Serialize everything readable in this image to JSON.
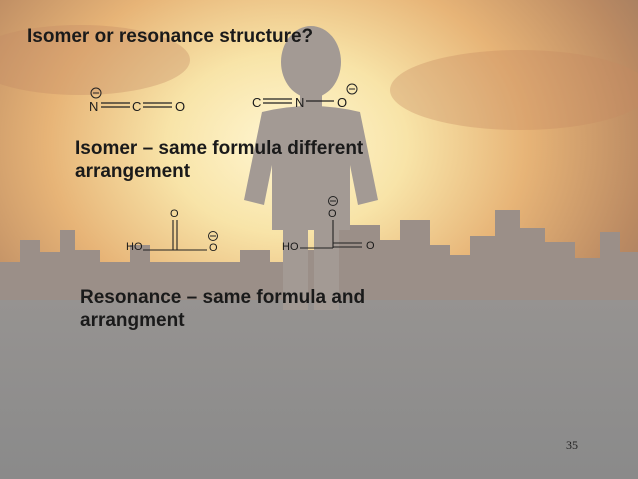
{
  "slide": {
    "title": "Isomer or resonance structure?",
    "isomer_text_line1": "Isomer – same formula different",
    "isomer_text_line2": "arrangement",
    "resonance_text_line1": "Resonance – same formula and",
    "resonance_text_line2": "arrangment",
    "page_number": "35"
  },
  "structures": {
    "s1": {
      "atom1": "N",
      "atom2": "C",
      "atom3": "O",
      "charge": "−"
    },
    "s2": {
      "atom1": "C",
      "atom2": "N",
      "atom3": "O",
      "charge": "−"
    },
    "s3": {
      "top": "O",
      "left": "HO",
      "right": "O",
      "charge": "−"
    },
    "s4": {
      "top": "O",
      "left": "HO",
      "right": "O",
      "charge": "−"
    }
  }
}
